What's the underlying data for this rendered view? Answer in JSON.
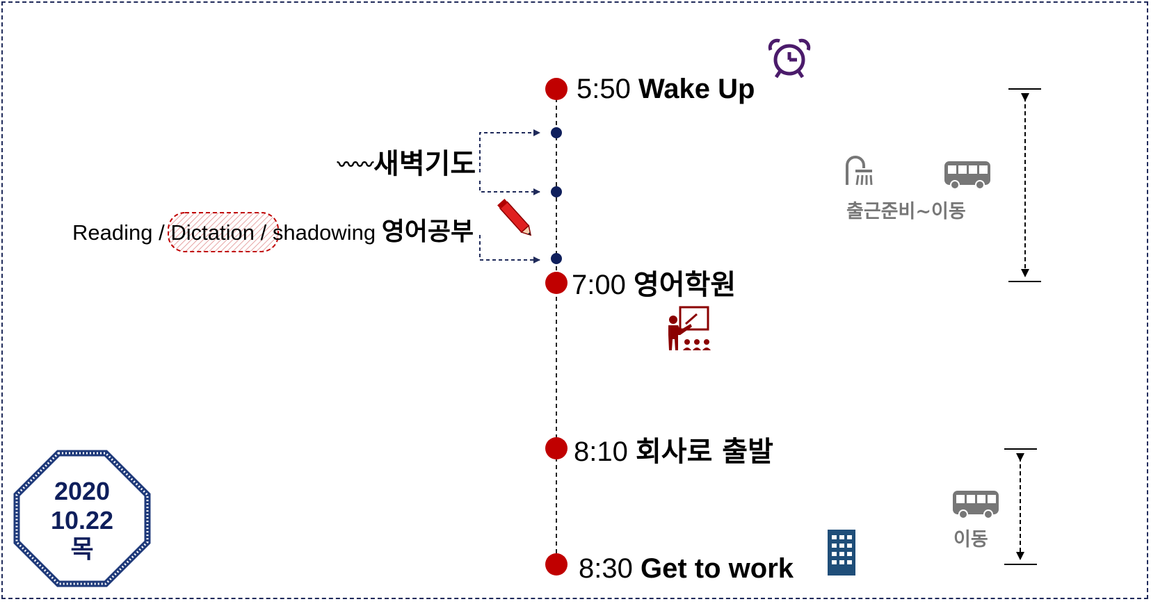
{
  "colors": {
    "milestone": "#c00000",
    "substep": "#1f2a5a",
    "frame": "#1f2a5a",
    "alarm": "#4b1b6b",
    "teacher": "#8b0000",
    "building": "#1f4e79",
    "side": "#777777"
  },
  "timeline": {
    "events": [
      {
        "time": "5:50",
        "label": "Wake Up",
        "icon": "alarm-clock-icon"
      },
      {
        "time": "7:00",
        "label": "영어학원",
        "icon": "teacher-icon"
      },
      {
        "time": "8:10",
        "label": "회사로 출발"
      },
      {
        "time": "8:30",
        "label": "Get to work",
        "icon": "building-icon"
      }
    ],
    "prayer": {
      "eyes": "〰〰",
      "label": "새벽기도"
    },
    "study": {
      "reading": "Reading",
      "sep1": "/",
      "dictation": "Dictation",
      "sep2": "/",
      "shadowing": "shadowing",
      "label": "영어공부",
      "icon": "pencil-icon"
    }
  },
  "side": {
    "prep": {
      "label": "출근준비~이동",
      "icons": [
        "shower-icon",
        "bus-icon"
      ]
    },
    "commute": {
      "label": "이동",
      "icons": [
        "bus-icon"
      ]
    }
  },
  "date": {
    "year": "2020",
    "day": "10.22",
    "weekday": "목"
  }
}
